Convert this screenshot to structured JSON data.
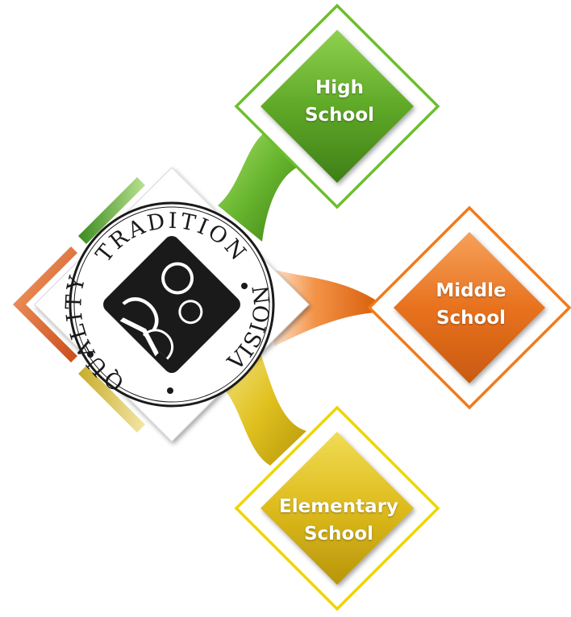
{
  "logo": {
    "seal_text_top": "TRADITION",
    "seal_text_right": "VISION",
    "seal_text_left": "QUALITY"
  },
  "nodes": {
    "high": {
      "line1": "High",
      "line2": "School",
      "color": "#5aa321",
      "outline": "#6cbf2a"
    },
    "middle": {
      "line1": "Middle",
      "line2": "School",
      "color": "#e46c17",
      "outline": "#f27a1a"
    },
    "elementary": {
      "line1": "Elementary",
      "line2": "School",
      "color": "#d9b50f",
      "outline": "#f0d400"
    }
  }
}
